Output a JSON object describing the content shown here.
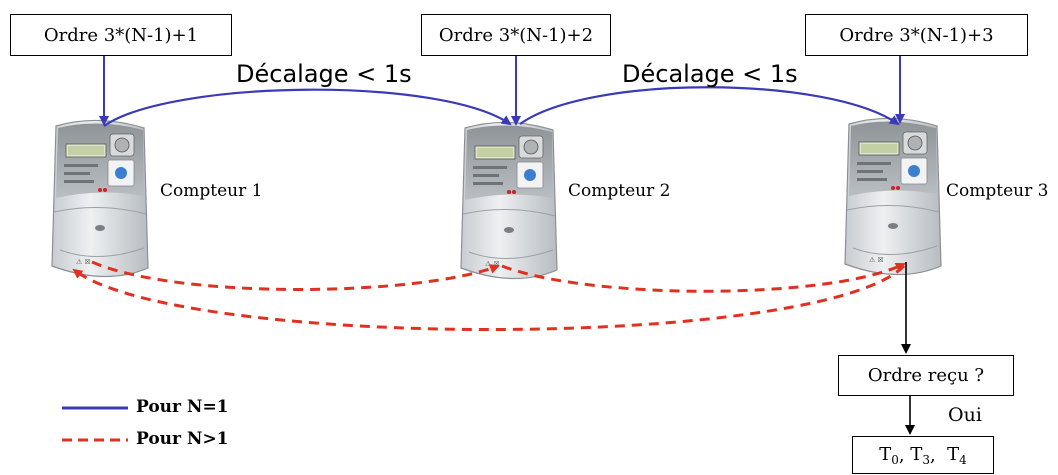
{
  "orders": [
    {
      "label": "Ordre 3*(N-1)+1"
    },
    {
      "label": "Ordre 3*(N-1)+2"
    },
    {
      "label": "Ordre 3*(N-1)+3"
    }
  ],
  "delays": [
    "Décalage < 1s",
    "Décalage < 1s"
  ],
  "meters": [
    "Compteur 1",
    "Compteur 2",
    "Compteur 3"
  ],
  "decision": {
    "label": "Ordre reçu ?",
    "yes_label": "Oui"
  },
  "result": {
    "items": [
      {
        "base": "T",
        "sub": "0"
      },
      {
        "base": "T",
        "sub": "3"
      },
      {
        "base": "T",
        "sub": "4"
      }
    ]
  },
  "legend": [
    {
      "label": "Pour N=1",
      "color": "#3a3ab8",
      "style": "solid"
    },
    {
      "label": "Pour N>1",
      "color": "#e03020",
      "style": "dashed"
    }
  ]
}
